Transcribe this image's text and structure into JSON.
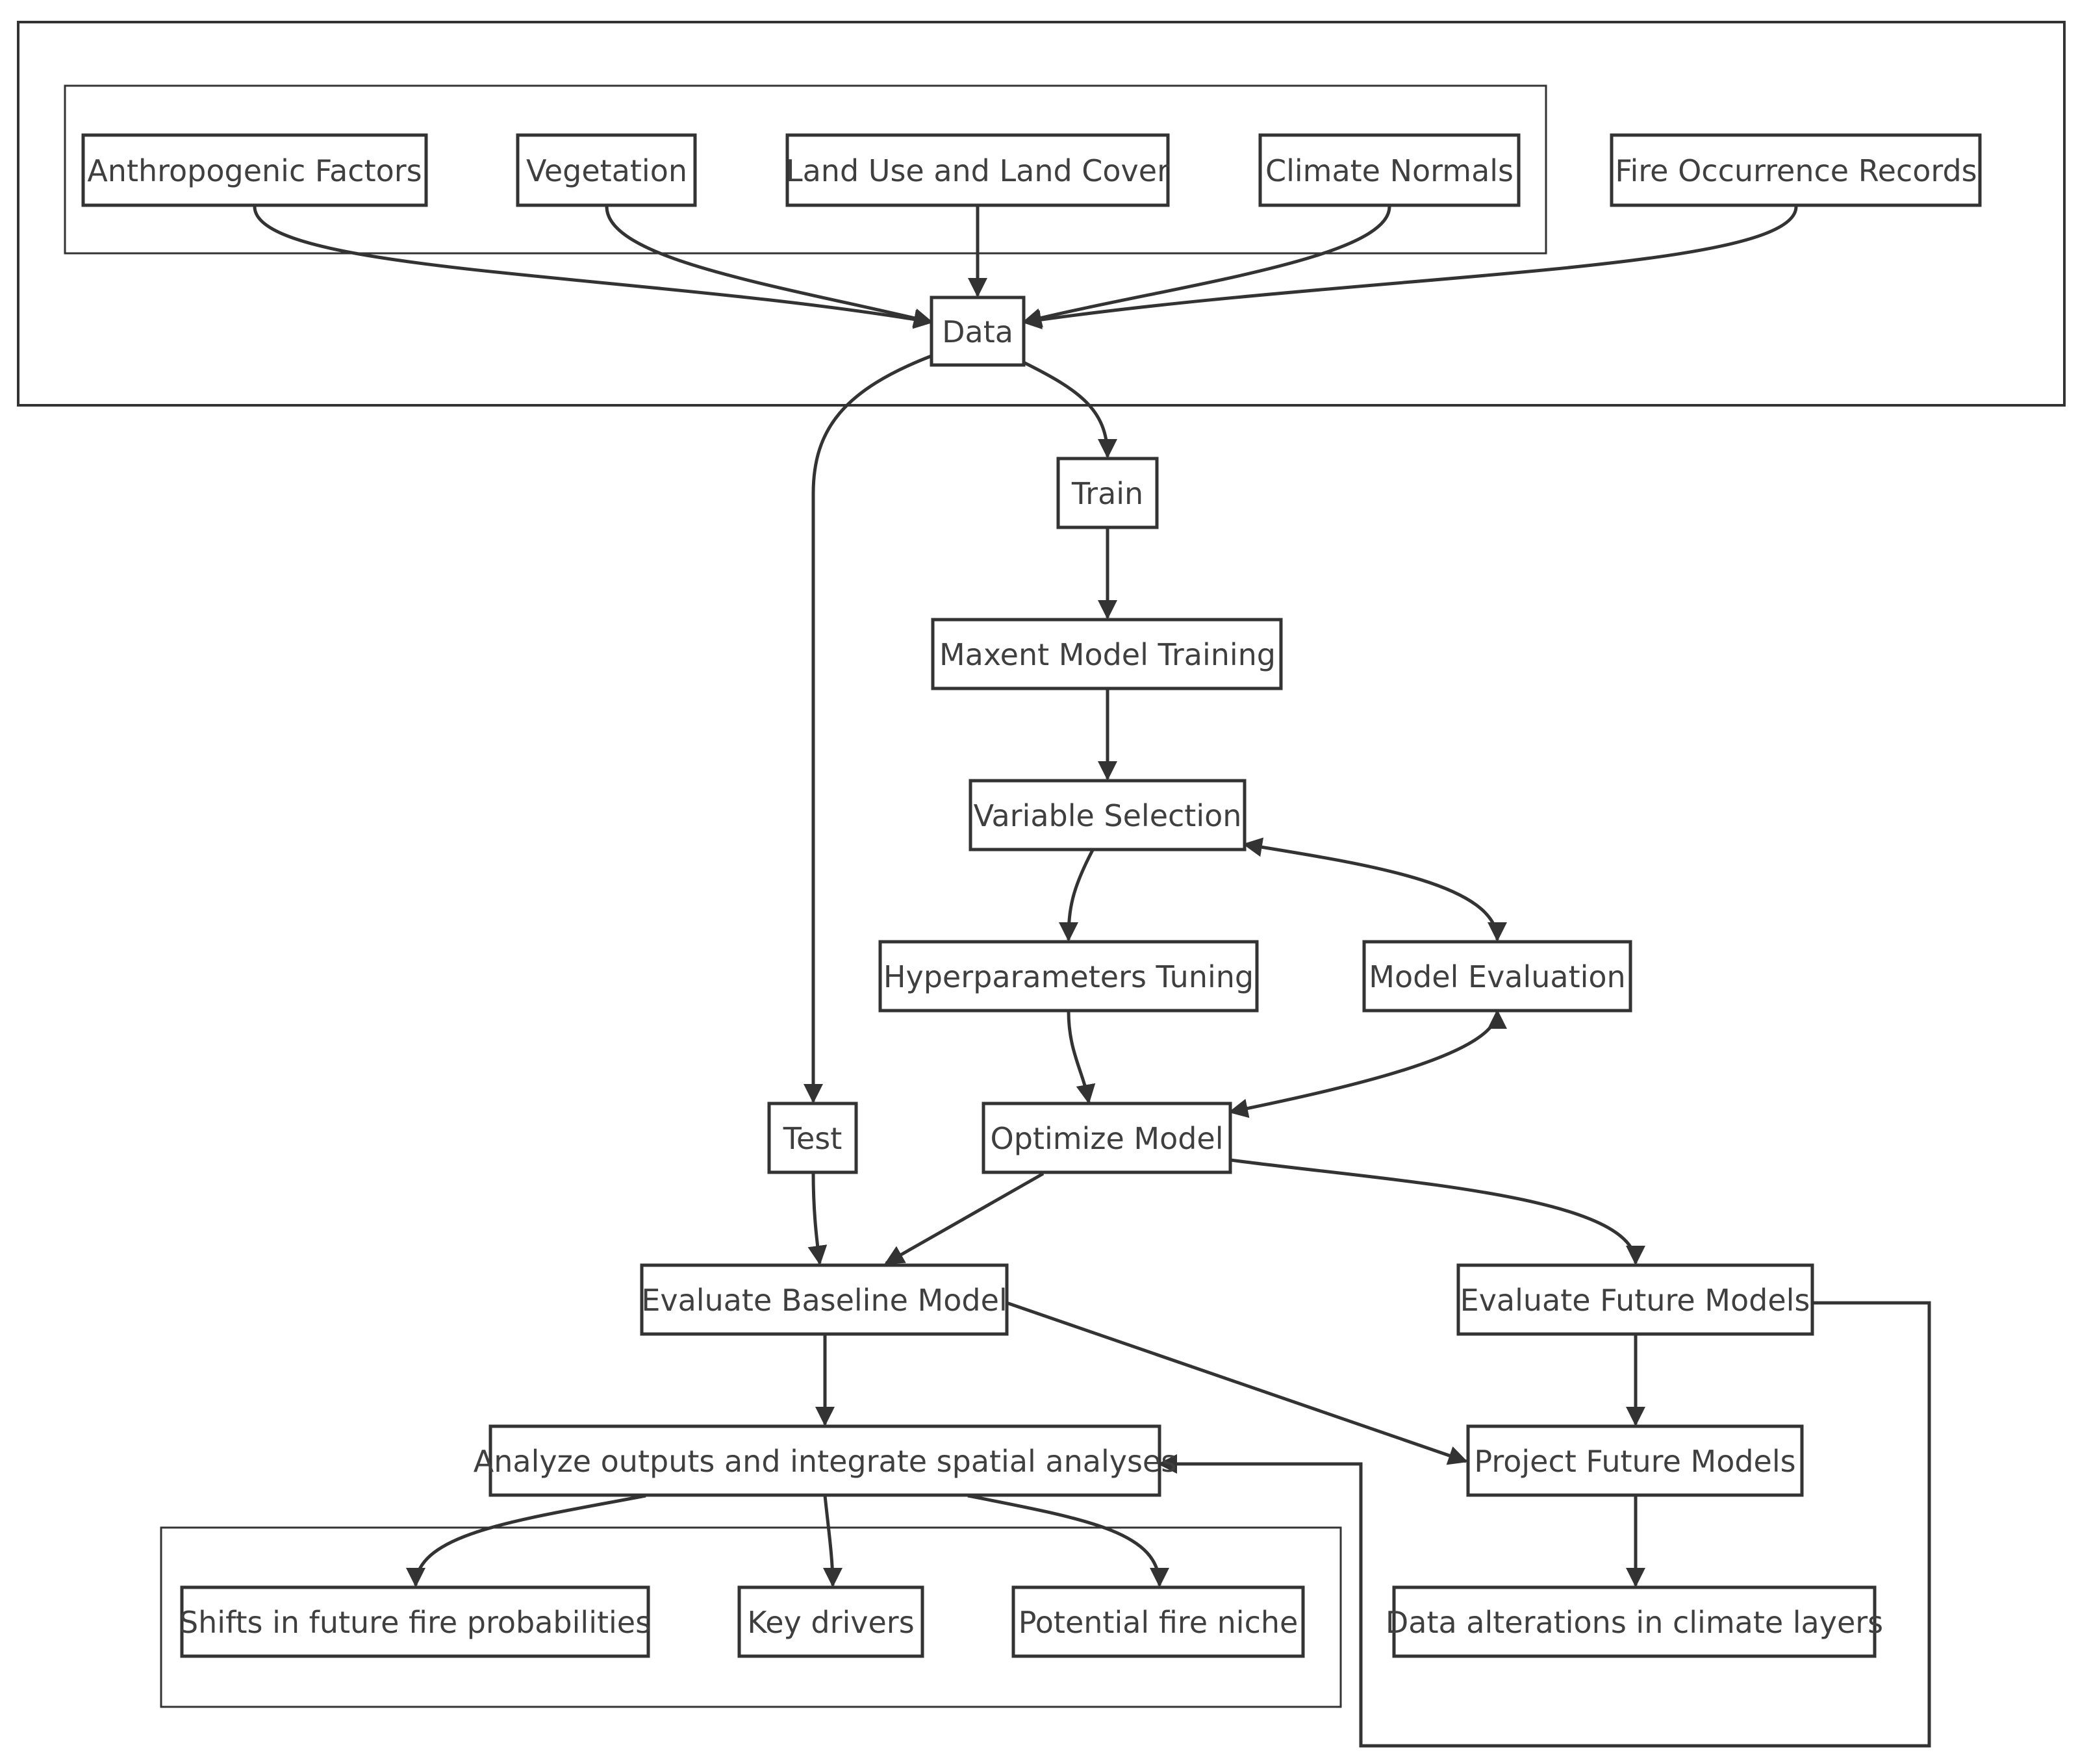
{
  "nodes": {
    "anthropogenic": "Anthropogenic Factors",
    "vegetation": "Vegetation",
    "landuse": "Land Use and Land Cover",
    "climate": "Climate Normals",
    "fire_records": "Fire Occurrence Records",
    "data": "Data",
    "train": "Train",
    "maxent": "Maxent Model Training",
    "varsel": "Variable Selection",
    "hyper": "Hyperparameters Tuning",
    "modeleval": "Model Evaluation",
    "test": "Test",
    "optimize": "Optimize Model",
    "eval_baseline": "Evaluate Baseline Model",
    "eval_future": "Evaluate Future Models",
    "analyze": "Analyze outputs and integrate spatial analyses",
    "project_future": "Project Future Models",
    "shifts": "Shifts in future fire probabilities",
    "key_drivers": "Key drivers",
    "fire_niche": "Potential fire niche",
    "data_alterations": "Data alterations in climate layers"
  },
  "edges": [
    {
      "from": "anthropogenic",
      "to": "data"
    },
    {
      "from": "vegetation",
      "to": "data"
    },
    {
      "from": "landuse",
      "to": "data"
    },
    {
      "from": "climate",
      "to": "data"
    },
    {
      "from": "fire_records",
      "to": "data"
    },
    {
      "from": "data",
      "to": "train"
    },
    {
      "from": "data",
      "to": "test"
    },
    {
      "from": "train",
      "to": "maxent"
    },
    {
      "from": "maxent",
      "to": "varsel"
    },
    {
      "from": "varsel",
      "to": "hyper"
    },
    {
      "from": "varsel",
      "to": "modeleval",
      "bidirectional": true
    },
    {
      "from": "hyper",
      "to": "optimize"
    },
    {
      "from": "modeleval",
      "to": "optimize",
      "bidirectional": true
    },
    {
      "from": "test",
      "to": "eval_baseline"
    },
    {
      "from": "optimize",
      "to": "eval_baseline"
    },
    {
      "from": "optimize",
      "to": "eval_future"
    },
    {
      "from": "eval_baseline",
      "to": "analyze"
    },
    {
      "from": "eval_baseline",
      "to": "project_future"
    },
    {
      "from": "eval_future",
      "to": "project_future"
    },
    {
      "from": "eval_future",
      "to": "analyze"
    },
    {
      "from": "project_future",
      "to": "data_alterations"
    },
    {
      "from": "analyze",
      "to": "shifts"
    },
    {
      "from": "analyze",
      "to": "key_drivers"
    },
    {
      "from": "analyze",
      "to": "fire_niche"
    }
  ]
}
